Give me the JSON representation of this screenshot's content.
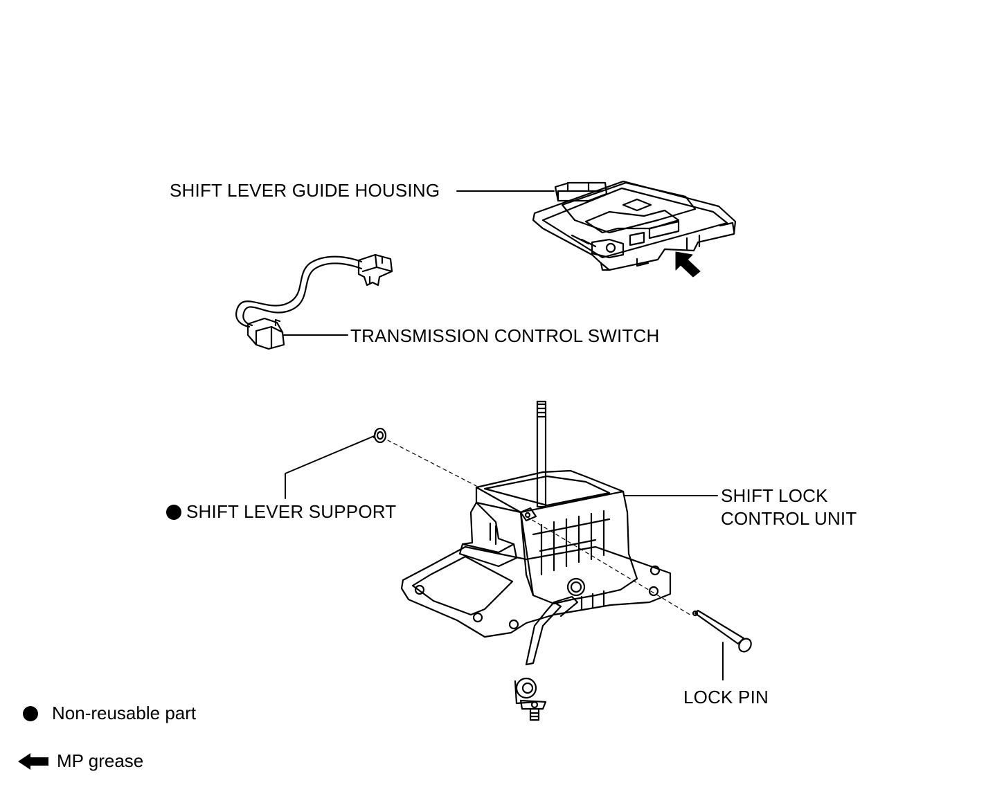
{
  "labels": {
    "guide_housing": "SHIFT LEVER GUIDE HOUSING",
    "control_switch": "TRANSMISSION CONTROL SWITCH",
    "lever_support": "SHIFT LEVER SUPPORT",
    "lock_control_line1": "SHIFT LOCK",
    "lock_control_line2": "CONTROL UNIT",
    "lock_pin": "LOCK PIN"
  },
  "legend": {
    "non_reusable": "Non-reusable part",
    "mp_grease": "MP grease"
  },
  "icons": {
    "non_reusable_symbol": "filled-circle-icon",
    "grease_symbol": "arrow-left-icon"
  },
  "colors": {
    "ink": "#000000",
    "background": "#ffffff"
  }
}
